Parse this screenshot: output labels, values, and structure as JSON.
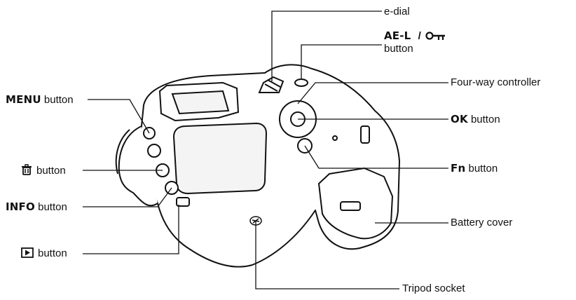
{
  "labels": {
    "e_dial": "e-dial",
    "ael_key": "AE-L",
    "ael_sep": "/",
    "ael_word": "button",
    "four_way": "Four-way controller",
    "ok_key": "OK",
    "ok_word": "button",
    "fn_key": "Fn",
    "fn_word": "button",
    "battery": "Battery cover",
    "tripod": "Tripod socket",
    "menu_key": "MENU",
    "menu_word": "button",
    "delete_word": "button",
    "info_key": "INFO",
    "info_word": "button",
    "play_word": "button"
  },
  "icons": {
    "ael": "key-lock-icon",
    "delete": "trash-icon",
    "play": "playback-icon"
  },
  "colors": {
    "line": "#111111",
    "body_fill": "#ffffff",
    "screen_fill": "#f4f4f4"
  }
}
